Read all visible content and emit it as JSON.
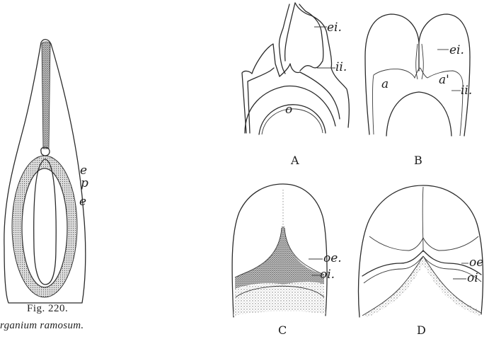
{
  "figure": {
    "number": "Fig. 220.",
    "species": "rganium ramosum."
  },
  "left_drawing": {
    "labels": {
      "upper_e": "e",
      "p": "p",
      "lower_e": "e"
    }
  },
  "panels": {
    "A": {
      "letter": "A",
      "labels": {
        "ei": "ei.",
        "ii": "ii.",
        "o": "o"
      }
    },
    "B": {
      "letter": "B",
      "labels": {
        "ei": "ei.",
        "ii": "ii.",
        "a": "a",
        "a_prime": "a'"
      }
    },
    "C": {
      "letter": "C",
      "labels": {
        "oe": "oe.",
        "oi": "oi."
      }
    },
    "D": {
      "letter": "D",
      "labels": {
        "oe": "oe",
        "oi": "oi"
      }
    }
  },
  "colors": {
    "ink": "#2b2b2b",
    "paper": "#ffffff",
    "stipple": "#8a8a8a"
  }
}
